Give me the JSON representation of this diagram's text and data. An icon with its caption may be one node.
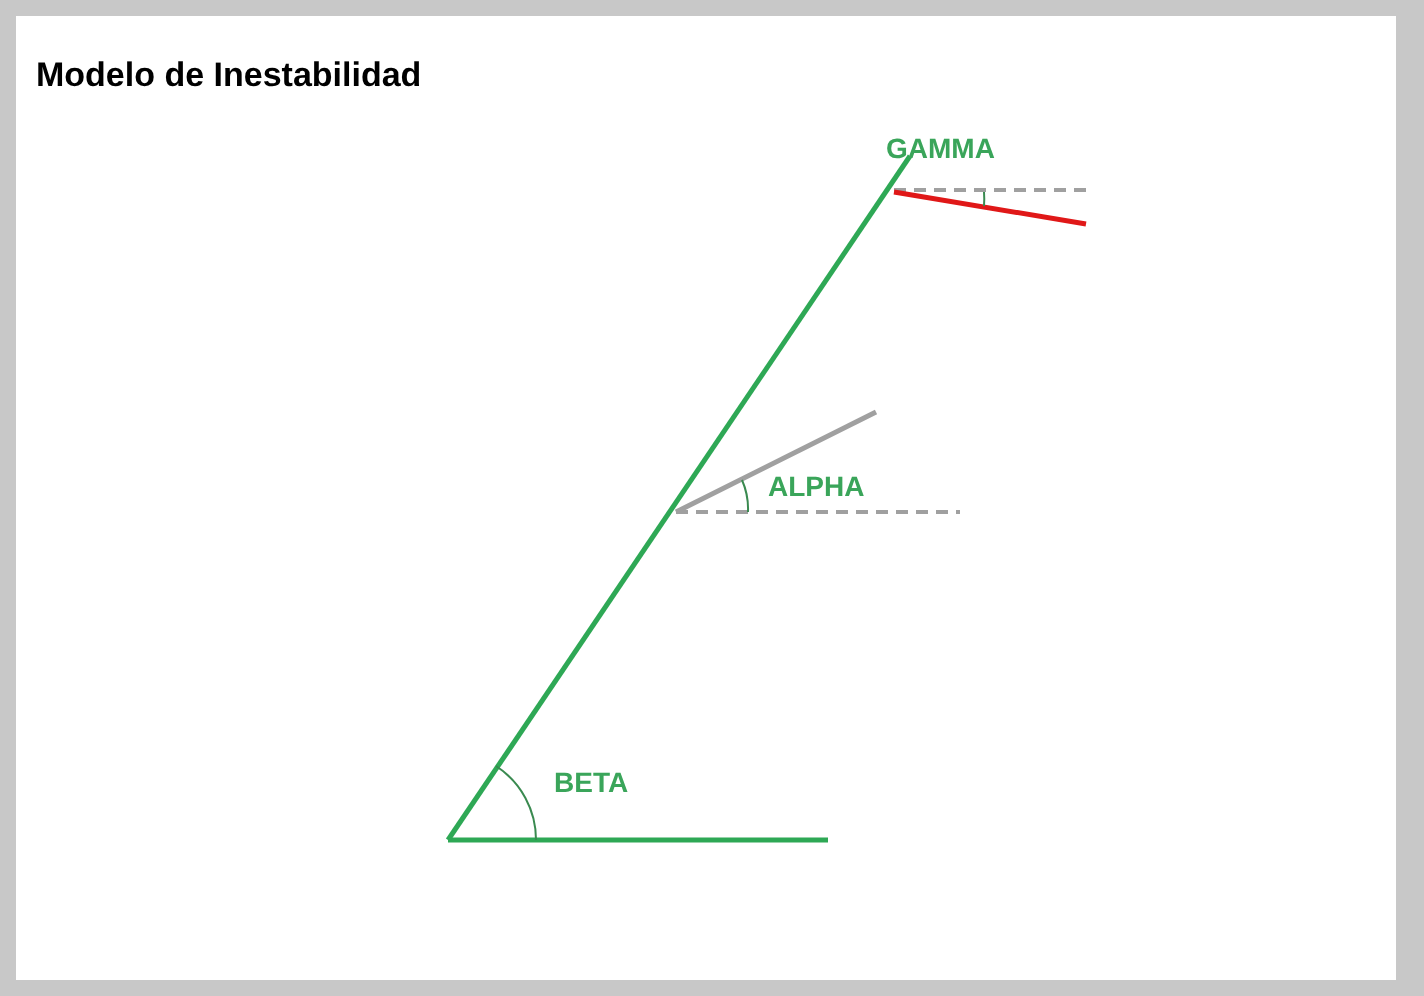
{
  "diagram": {
    "title": "Modelo de Inestabilidad",
    "labels": [
      "GAMMA",
      "ALPHA",
      "BETA"
    ]
  }
}
